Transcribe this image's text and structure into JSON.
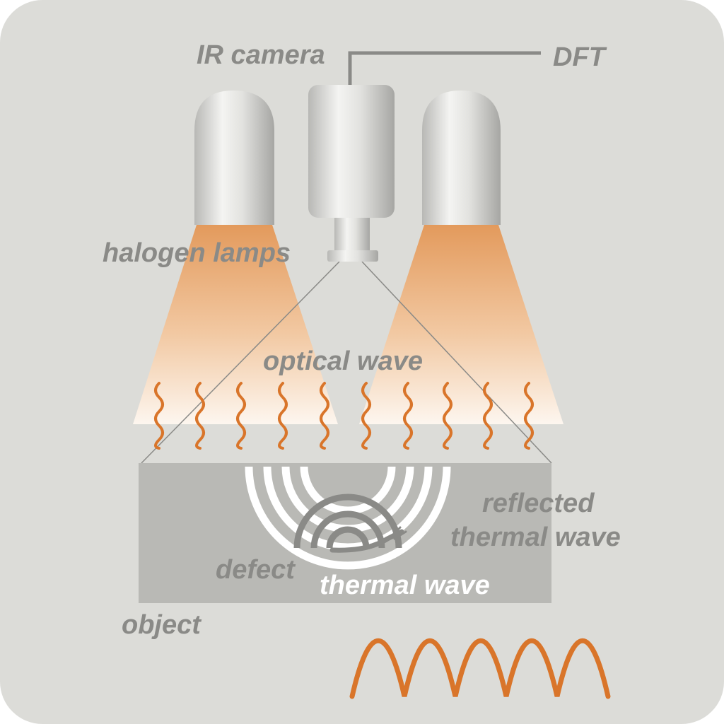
{
  "labels": {
    "ir_camera": "IR camera",
    "dft": "DFT",
    "halogen_lamps": "halogen lamps",
    "optical_wave": "optical wave",
    "reflected_line1": "reflected",
    "reflected_line2": "thermal wave",
    "defect": "defect",
    "thermal_wave": "thermal wave",
    "object": "object"
  },
  "colors": {
    "background": "#dcdcd8",
    "object": "#b9b9b5",
    "label_gray": "#8a8a87",
    "wave_orange": "#d9752a",
    "beam_orange": "#e39a5c"
  },
  "icons": {
    "halogen_lamp": "halogen-lamp-icon",
    "ir_camera": "ir-camera-icon",
    "snail_defect": "defect-snail-icon"
  }
}
